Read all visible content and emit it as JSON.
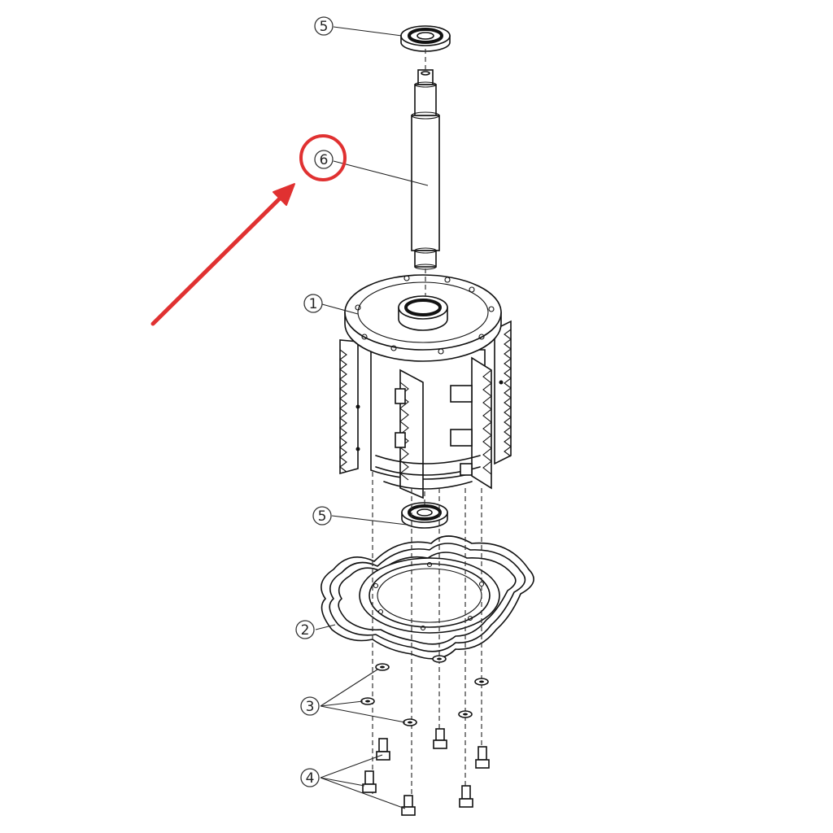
{
  "callouts": [
    {
      "id": "c5-top",
      "number": "5"
    },
    {
      "id": "c6",
      "number": "6"
    },
    {
      "id": "c1",
      "number": "1"
    },
    {
      "id": "c5-bottom",
      "number": "5"
    },
    {
      "id": "c2",
      "number": "2"
    },
    {
      "id": "c3",
      "number": "3"
    },
    {
      "id": "c4",
      "number": "4"
    }
  ],
  "highlight": {
    "callout": "6",
    "color": "#e03131"
  },
  "arrow": {
    "color": "#e03131"
  }
}
